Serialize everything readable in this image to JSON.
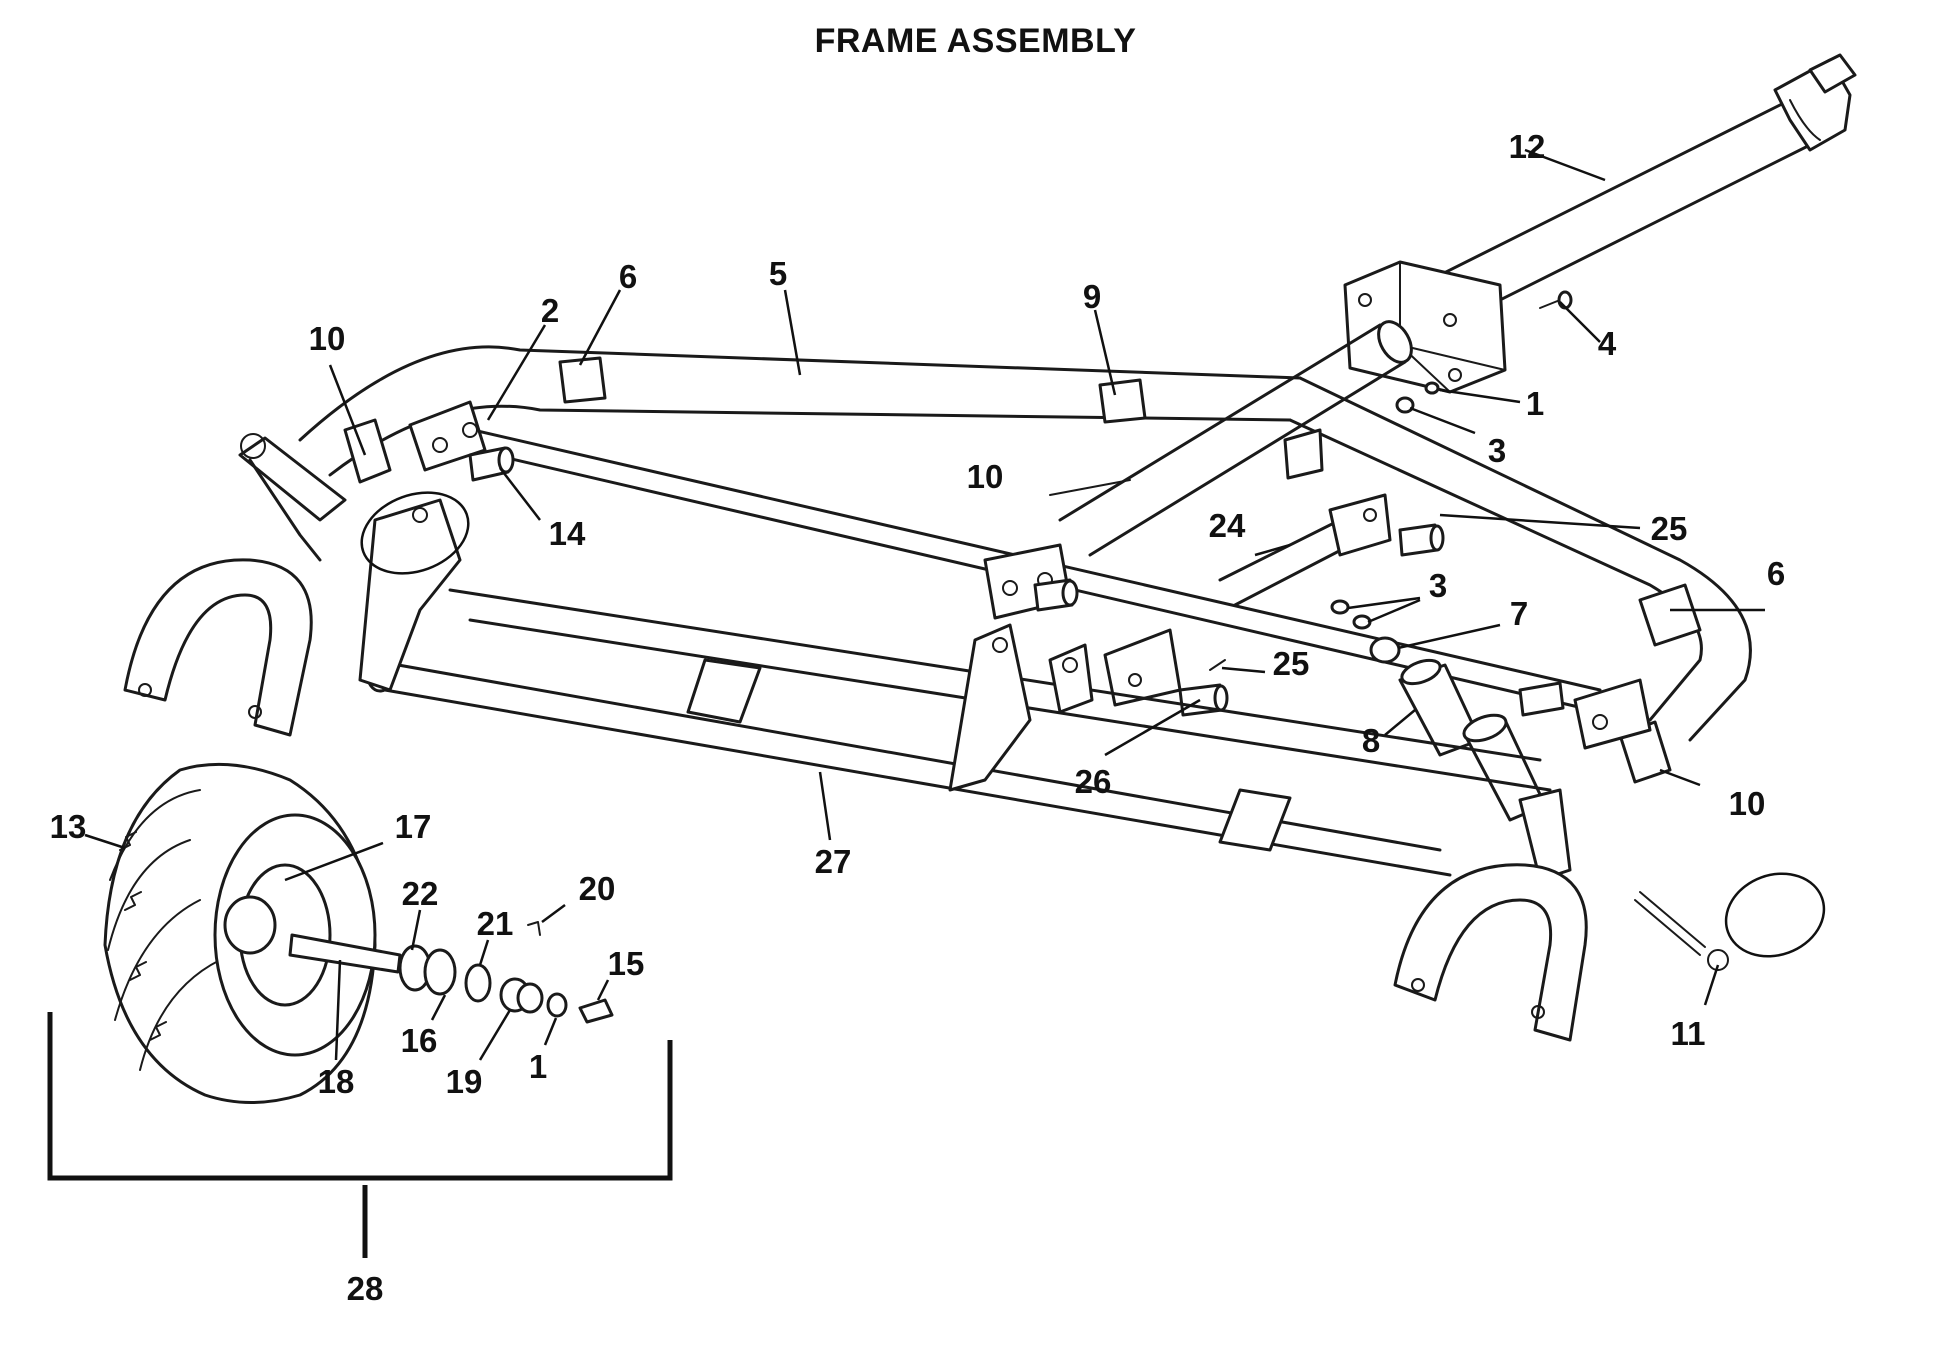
{
  "title": "FRAME ASSEMBLY",
  "callouts": {
    "c1a": "1",
    "c1b": "1",
    "c2": "2",
    "c3a": "3",
    "c3b": "3",
    "c4": "4",
    "c5": "5",
    "c6a": "6",
    "c6b": "6",
    "c7": "7",
    "c8": "8",
    "c9": "9",
    "c10a": "10",
    "c10b": "10",
    "c10c": "10",
    "c11": "11",
    "c12": "12",
    "c13": "13",
    "c14": "14",
    "c15": "15",
    "c16": "16",
    "c17": "17",
    "c18": "18",
    "c19": "19",
    "c20": "20",
    "c21": "21",
    "c22": "22",
    "c24": "24",
    "c25a": "25",
    "c25b": "25",
    "c26": "26",
    "c27": "27",
    "c28": "28"
  }
}
